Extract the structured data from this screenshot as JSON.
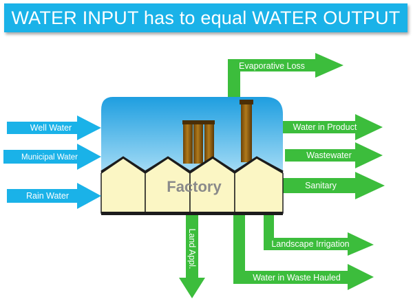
{
  "title": "WATER INPUT has to equal WATER OUTPUT",
  "factory_label": "Factory",
  "inputs": [
    "Well Water",
    "Municipal Water",
    "Rain Water"
  ],
  "outputs": {
    "top": "Evaporative Loss",
    "right": [
      "Water in Product",
      "Wastewater",
      "Sanitary"
    ],
    "bottom_right": [
      "Landscape Irrigation",
      "Water in Waste Hauled"
    ],
    "bottom": "Land Appl."
  },
  "colors": {
    "title_bg": "#1ab2e8",
    "input_arrow": "#1ab2e8",
    "output_arrow": "#3cbd3c",
    "sky_top": "#1e9ee0",
    "sky_bottom": "#ffffff",
    "building_fill": "#fbf6c4",
    "building_shadow": "#1c1c1c",
    "chimney": "#9a6512"
  }
}
